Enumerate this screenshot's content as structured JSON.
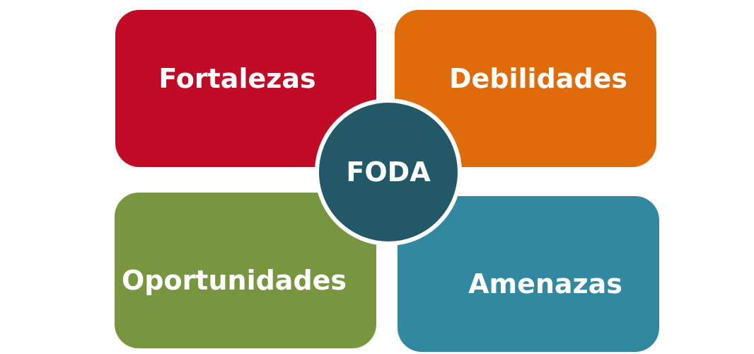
{
  "center": {
    "label": "FODA",
    "color": "#225867"
  },
  "quadrants": [
    {
      "label": "Fortalezas",
      "color": "#c00a26"
    },
    {
      "label": "Debilidades",
      "color": "#e06b0b"
    },
    {
      "label": "Oportunidades",
      "color": "#78963f"
    },
    {
      "label": "Amenazas",
      "color": "#31889f"
    }
  ]
}
